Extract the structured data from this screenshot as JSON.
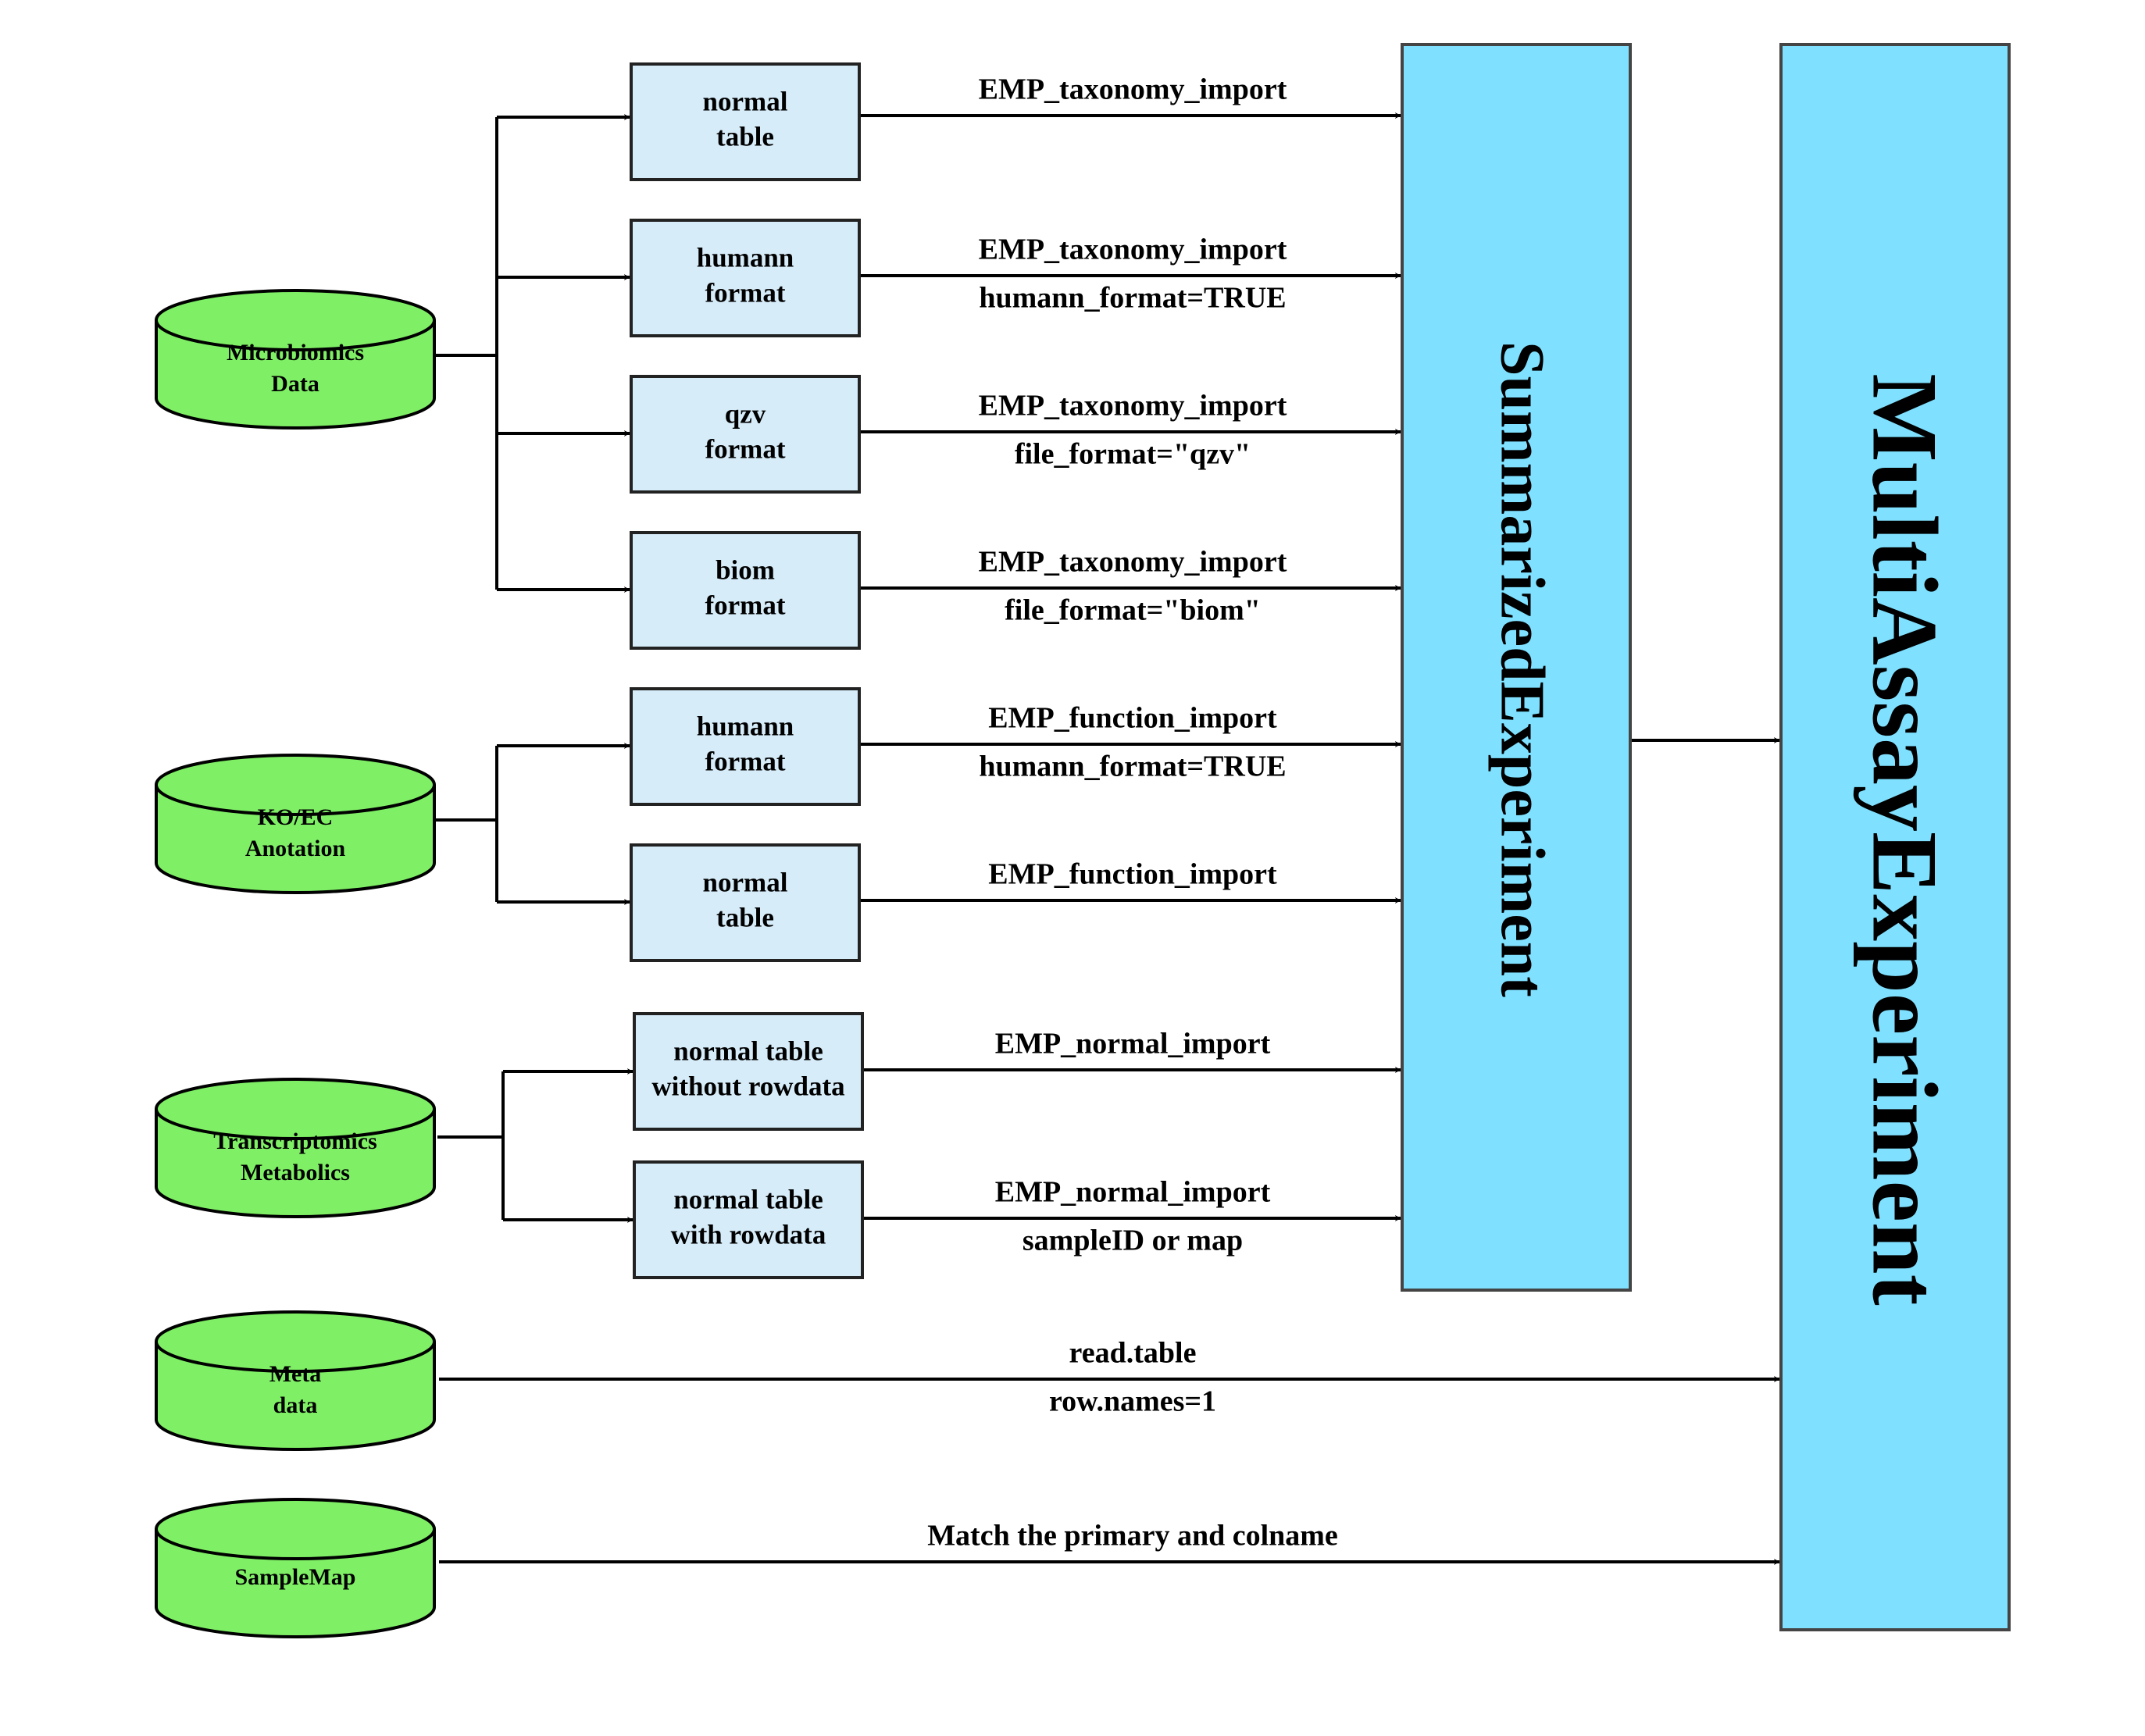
{
  "sources": [
    {
      "id": "microbiomics",
      "lines": [
        "Microbiomics",
        "Data"
      ]
    },
    {
      "id": "ko-ec",
      "lines": [
        "KO/EC",
        "Anotation"
      ]
    },
    {
      "id": "transcriptomics",
      "lines": [
        "Transcriptomics",
        "Metabolics"
      ]
    },
    {
      "id": "meta",
      "lines": [
        "Meta",
        "data"
      ]
    },
    {
      "id": "samplemap",
      "lines": [
        "SampleMap"
      ]
    }
  ],
  "formats": [
    {
      "id": "normal-table-1",
      "source": "microbiomics",
      "lines": [
        "normal",
        "table"
      ],
      "edge_labels": [
        "EMP_taxonomy_import"
      ]
    },
    {
      "id": "humann-format-1",
      "source": "microbiomics",
      "lines": [
        "humann",
        "format"
      ],
      "edge_labels": [
        "EMP_taxonomy_import",
        "humann_format=TRUE"
      ]
    },
    {
      "id": "qzv-format",
      "source": "microbiomics",
      "lines": [
        "qzv",
        "format"
      ],
      "edge_labels": [
        "EMP_taxonomy_import",
        "file_format=\"qzv\""
      ]
    },
    {
      "id": "biom-format",
      "source": "microbiomics",
      "lines": [
        "biom",
        "format"
      ],
      "edge_labels": [
        "EMP_taxonomy_import",
        "file_format=\"biom\""
      ]
    },
    {
      "id": "humann-format-2",
      "source": "ko-ec",
      "lines": [
        "humann",
        "format"
      ],
      "edge_labels": [
        "EMP_function_import",
        "humann_format=TRUE"
      ]
    },
    {
      "id": "normal-table-2",
      "source": "ko-ec",
      "lines": [
        "normal",
        "table"
      ],
      "edge_labels": [
        "EMP_function_import"
      ]
    },
    {
      "id": "normal-table-no-rowdata",
      "source": "transcriptomics",
      "lines": [
        "normal table",
        "without rowdata"
      ],
      "edge_labels": [
        "EMP_normal_import"
      ]
    },
    {
      "id": "normal-table-rowdata",
      "source": "transcriptomics",
      "lines": [
        "normal table",
        "with rowdata"
      ],
      "edge_labels": [
        "EMP_normal_import",
        "sampleID or map"
      ]
    }
  ],
  "summarized_experiment": {
    "label": "SummarizedExperiment"
  },
  "multi_assay_experiment": {
    "label": "MultiAssayExperiment"
  },
  "direct_edges": [
    {
      "from": "meta",
      "labels": [
        "read.table",
        "row.names=1"
      ]
    },
    {
      "from": "samplemap",
      "labels": [
        "Match the primary and colname"
      ]
    }
  ],
  "colors": {
    "cylinder": "#7ff065",
    "format_box": "#d6ecf9",
    "experiment_box": "#7fe1ff"
  }
}
